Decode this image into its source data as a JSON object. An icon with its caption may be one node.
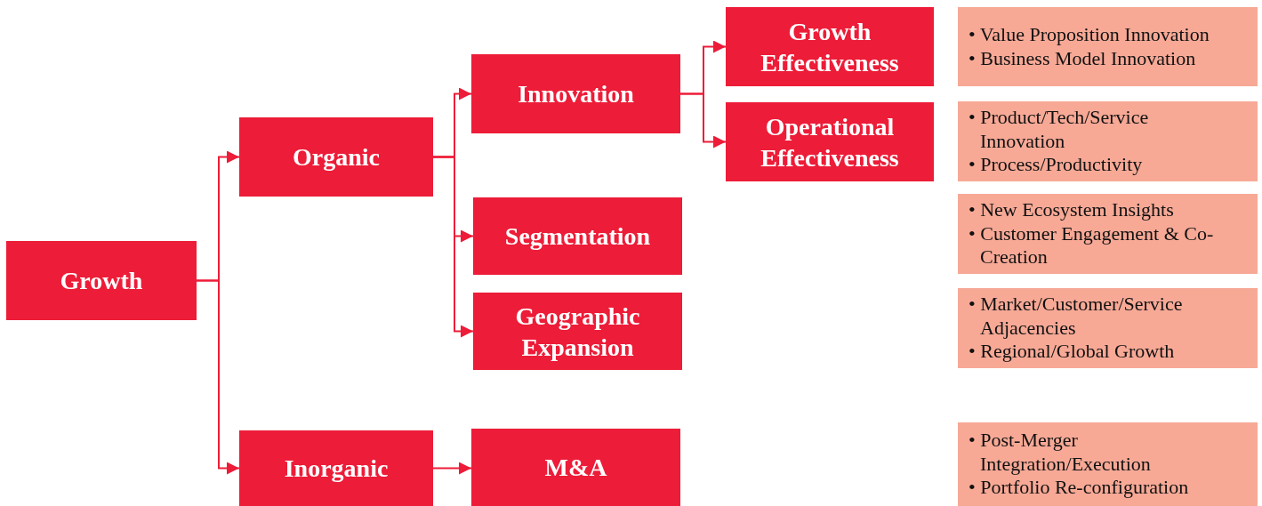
{
  "diagram": {
    "nodes": [
      {
        "text": [
          "Growth"
        ]
      },
      {
        "text": [
          "Organic"
        ]
      },
      {
        "text": [
          "Inorganic"
        ]
      },
      {
        "text": [
          "Innovation"
        ]
      },
      {
        "text": [
          "Segmentation"
        ]
      },
      {
        "text": [
          "Geographic Expansion"
        ]
      },
      {
        "text": [
          "M&A"
        ]
      },
      {
        "text": [
          "Growth Effectiveness"
        ]
      },
      {
        "text": [
          "Operational Effectiveness"
        ]
      },
      {
        "text": [
          "• Value Proposition Innovation",
          "• Business Model Innovation"
        ]
      },
      {
        "text": [
          "• Product/Tech/Service Innovation",
          "• Process/Productivity"
        ]
      },
      {
        "text": [
          "• New Ecosystem Insights",
          "• Customer Engagement & Co-Creation"
        ]
      },
      {
        "text": [
          "• Market/Customer/Service Adjacencies",
          "• Regional/Global Growth"
        ]
      },
      {
        "text": [
          "• Post-Merger Integration/Execution",
          "• Portfolio Re-configuration"
        ]
      }
    ],
    "edges": [
      {
        "from": 0,
        "to": 1,
        "arrow": "to"
      },
      {
        "from": 0,
        "to": 2,
        "arrow": "to"
      },
      {
        "from": 1,
        "to": 3,
        "arrow": "to"
      },
      {
        "from": 1,
        "to": 4,
        "arrow": "to"
      },
      {
        "from": 1,
        "to": 5,
        "arrow": "to"
      },
      {
        "from": 2,
        "to": 6,
        "arrow": "to"
      },
      {
        "from": 3,
        "to": 7,
        "arrow": "to"
      },
      {
        "from": 3,
        "to": 8,
        "arrow": "to"
      }
    ]
  }
}
